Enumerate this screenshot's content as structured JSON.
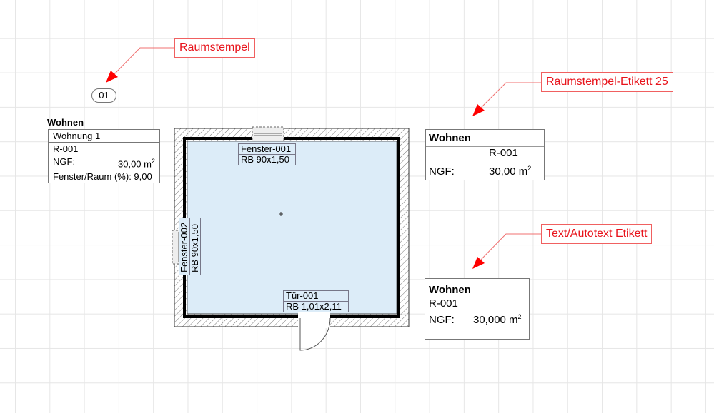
{
  "callouts": {
    "raumstempel": "Raumstempel",
    "etikett25": "Raumstempel-Etikett 25",
    "autotext": "Text/Autotext Etikett"
  },
  "stamp_number": "01",
  "left_stamp": {
    "title": "Wohnen",
    "rows": [
      "Wohnung 1",
      "R-001"
    ],
    "ngf_label": "NGF:",
    "ngf_value": "30,00 m",
    "ratio": "Fenster/Raum (%): 9,00"
  },
  "tags": {
    "window1": {
      "name": "Fenster-001",
      "dim": "RB  90x1,50"
    },
    "window2": {
      "name": "Fenster-002",
      "dim": "RB  90x1,50"
    },
    "door": {
      "name": "Tür-001",
      "dim": "RB  1,01x2,11"
    }
  },
  "etikett25": {
    "title": "Wohnen",
    "number": "R-001",
    "ngf_label": "NGF:",
    "ngf_value": "30,00 m"
  },
  "autotext": {
    "title": "Wohnen",
    "number": "R-001",
    "ngf_label": "NGF:",
    "ngf_value": "30,000 m"
  },
  "superscript": "2",
  "colors": {
    "room_fill": "#dcecf8",
    "callout": "#e8141c"
  }
}
